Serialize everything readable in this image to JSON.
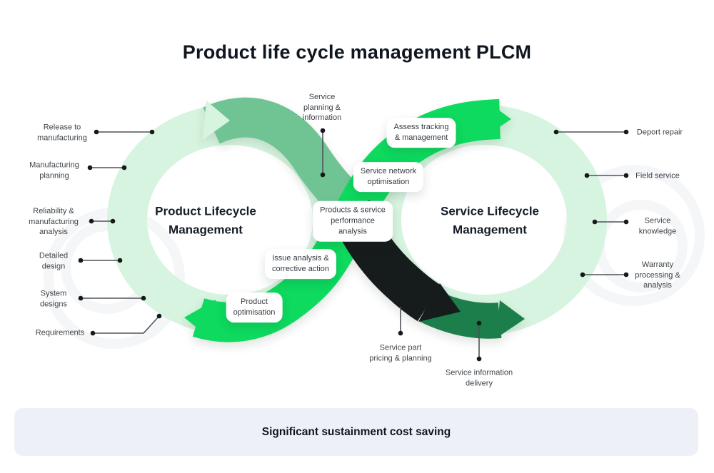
{
  "title": "Product life cycle management PLCM",
  "banner": {
    "text": "Significant sustainment cost saving"
  },
  "left_loop": {
    "line1": "Product Lifecycle",
    "line2": "Management"
  },
  "right_loop": {
    "line1": "Service Lifecycle",
    "line2": "Management"
  },
  "callouts": {
    "assess": {
      "line1": "Assess tracking",
      "line2": "& management"
    },
    "network": {
      "line1": "Service network",
      "line2": "optimisation"
    },
    "performance": {
      "line1": "Products & service",
      "line2": "performance",
      "line3": "analysis"
    },
    "issue": {
      "line1": "Issue analysis &",
      "line2": "corrective action"
    },
    "optimisation": {
      "line1": "Product",
      "line2": "optimisation"
    }
  },
  "labels": {
    "release": {
      "line1": "Release to",
      "line2": "manufacturing"
    },
    "mfg_planning": {
      "line1": "Manufacturing",
      "line2": "planning"
    },
    "reliability": {
      "line1": "Reliability &",
      "line2": "manufacturing",
      "line3": "analysis"
    },
    "detailed_design": {
      "line1": "Detailed",
      "line2": "design"
    },
    "system_designs": {
      "line1": "System",
      "line2": "designs"
    },
    "requirements": {
      "line1": "Requirements"
    },
    "deport_repair": {
      "line1": "Deport repair"
    },
    "field_service": {
      "line1": "Field service"
    },
    "service_knowledge": {
      "line1": "Service",
      "line2": "knowledge"
    },
    "warranty": {
      "line1": "Warranty",
      "line2": "processing &",
      "line3": "analysis"
    },
    "service_planning": {
      "line1": "Service",
      "line2": "planning &",
      "line3": "information"
    },
    "service_part": {
      "line1": "Service part",
      "line2": "pricing & planning"
    },
    "service_info": {
      "line1": "Service information",
      "line2": "delivery"
    }
  },
  "colors": {
    "pale_green": "#d7f4e0",
    "sage_green": "#70c493",
    "bright_green": "#0eda5e",
    "ribbon_black": "#181c1f",
    "dark_green": "#1f7e4b",
    "connector": "#4d5358",
    "dot": "#16181a",
    "banner_bg": "#edf1f7",
    "text_dark": "#10161f",
    "label_text": "#3d4348",
    "callout_text": "#353c42"
  }
}
